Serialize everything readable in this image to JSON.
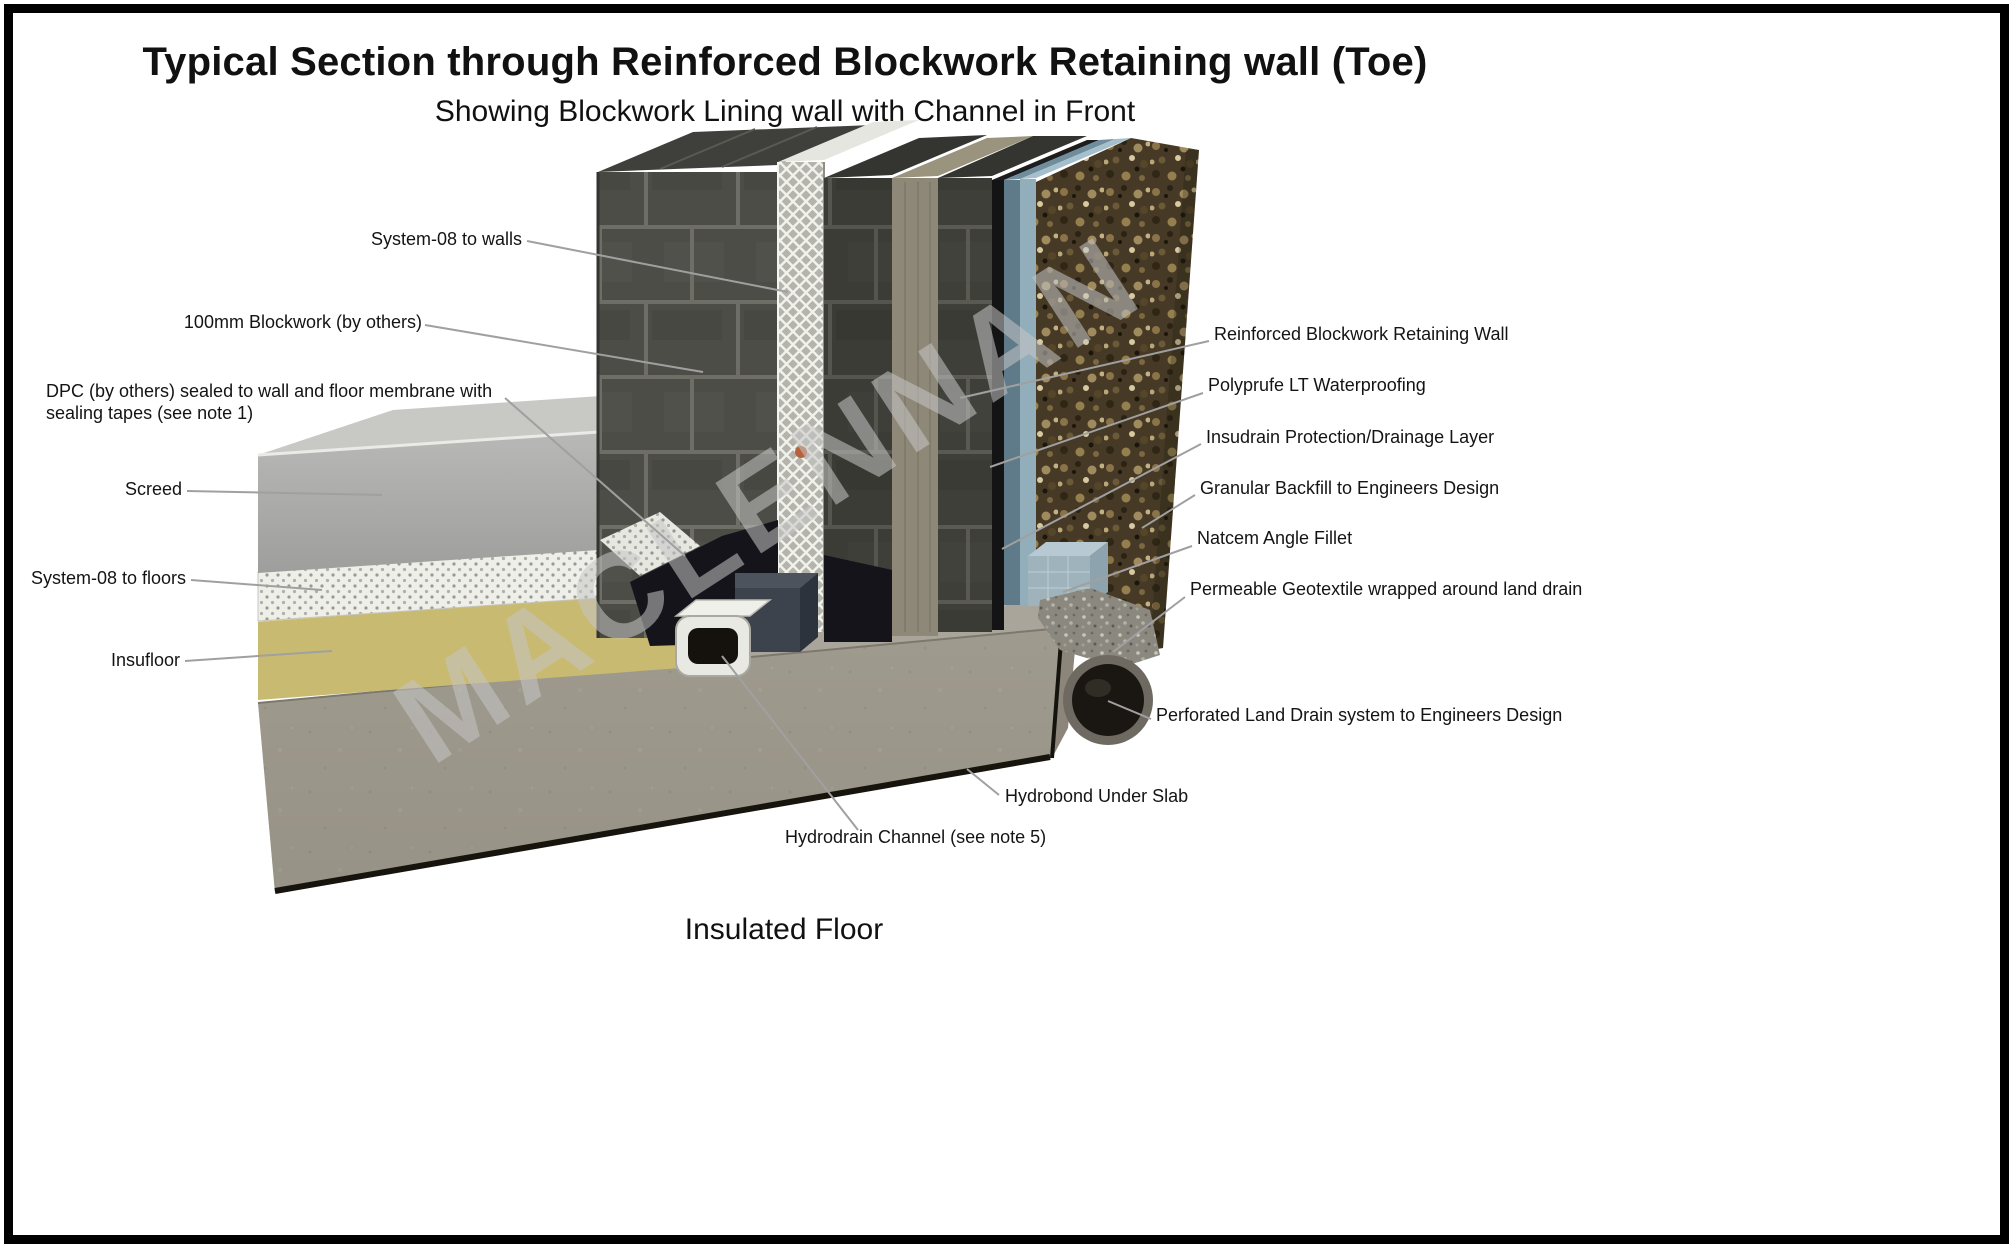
{
  "title": "Typical Section through Reinforced Blockwork Retaining wall (Toe)",
  "subtitle": "Showing Blockwork Lining wall with Channel in Front",
  "caption": "Insulated Floor",
  "watermark": "MACLENNAN",
  "labels": {
    "system08_walls": "System-08 to walls",
    "blockwork_100mm": "100mm Blockwork (by others)",
    "dpc": "DPC (by others) sealed to wall and floor membrane with sealing tapes (see note 1)",
    "screed": "Screed",
    "system08_floors": "System-08 to floors",
    "insufloor": "Insufloor",
    "retaining_wall": "Reinforced Blockwork Retaining Wall",
    "polyprufe": "Polyprufe LT Waterproofing",
    "insudrain": "Insudrain Protection/Drainage Layer",
    "granular_backfill": "Granular Backfill to Engineers Design",
    "natcem_fillet": "Natcem Angle Fillet",
    "geotextile": "Permeable Geotextile wrapped around land drain",
    "land_drain": "Perforated Land Drain system to Engineers Design",
    "hydrobond": "Hydrobond Under Slab",
    "hydrodrain": "Hydrodrain Channel (see  note 5)"
  },
  "colors": {
    "blockwork_gray": "#4d4d47",
    "mortar_gray": "#6e6e66",
    "mesh_white": "#b4b4ac",
    "floor_mesh_white": "#efefe9",
    "insufloor_yellow": "#c9ba72",
    "waterproofing_blue_dark": "#5f7a88",
    "waterproofing_blue_light": "#93aebb",
    "gravel_brown": "#463a26",
    "concrete_gray": "#9c978b",
    "screed_gray": "#b0b0ae",
    "membrane_black": "#141414",
    "fillet_blue_gray": "#9fb3bc",
    "leader_line_gray": "#a0a0a0"
  }
}
